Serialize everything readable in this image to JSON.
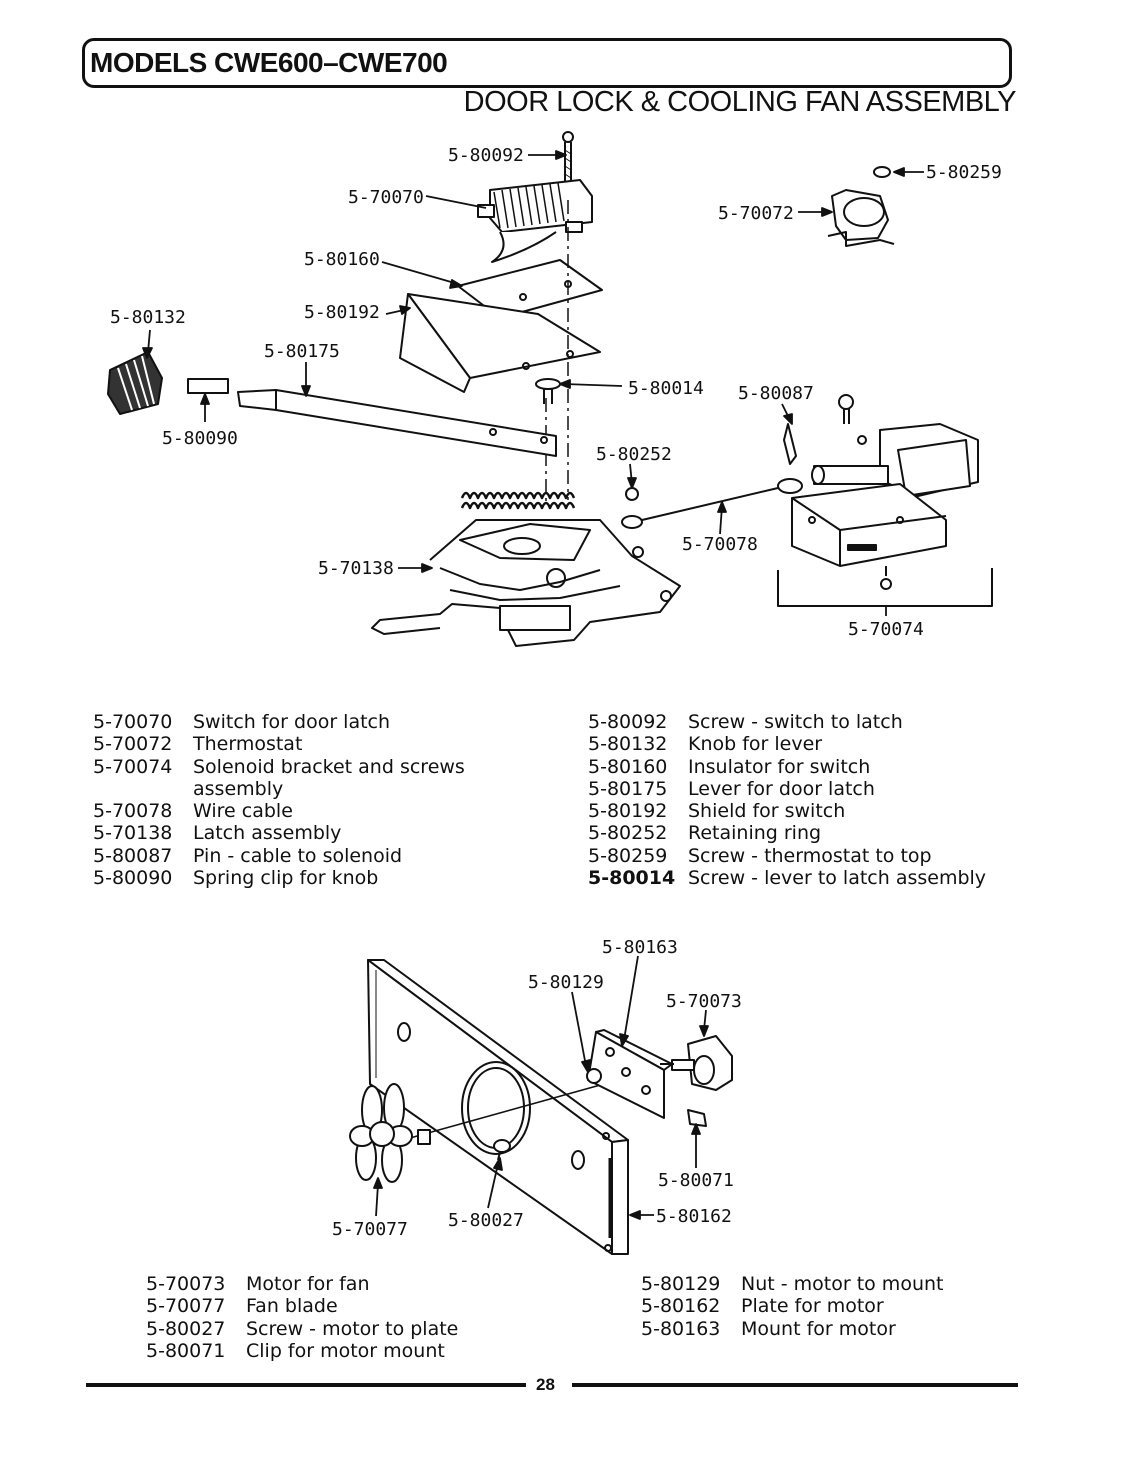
{
  "header": {
    "model_title": "MODELS CWE600–CWE700",
    "section_title": "DOOR LOCK & COOLING FAN ASSEMBLY"
  },
  "diagram_top": {
    "callouts": [
      "5-80092",
      "5-70070",
      "5-80160",
      "5-80192",
      "5-80132",
      "5-80175",
      "5-80090",
      "5-80014",
      "5-80087",
      "5-80252",
      "5-70078",
      "5-70138",
      "5-70074",
      "5-80259",
      "5-70072"
    ]
  },
  "diagram_bottom": {
    "callouts": [
      "5-80163",
      "5-80129",
      "5-70073",
      "5-80071",
      "5-80162",
      "5-70077",
      "5-80027"
    ]
  },
  "legend_top": {
    "left": [
      {
        "number": "5-70070",
        "description": "Switch for door latch"
      },
      {
        "number": "5-70072",
        "description": "Thermostat"
      },
      {
        "number": "5-70074",
        "description": "Solenoid bracket and screws"
      },
      {
        "number": "",
        "description": "assembly"
      },
      {
        "number": "5-70078",
        "description": "Wire cable"
      },
      {
        "number": "5-70138",
        "description": "Latch assembly"
      },
      {
        "number": "5-80087",
        "description": "Pin - cable to solenoid"
      },
      {
        "number": "5-80090",
        "description": "Spring clip for knob"
      }
    ],
    "right": [
      {
        "number": "5-80092",
        "description": "Screw - switch to latch"
      },
      {
        "number": "5-80132",
        "description": "Knob for lever"
      },
      {
        "number": "5-80160",
        "description": "Insulator for switch"
      },
      {
        "number": "5-80175",
        "description": "Lever for door latch"
      },
      {
        "number": "5-80192",
        "description": "Shield for switch"
      },
      {
        "number": "5-80252",
        "description": "Retaining ring"
      },
      {
        "number": "5-80259",
        "description": "Screw - thermostat to top"
      },
      {
        "number": "5-80014",
        "description": "Screw - lever to latch assembly"
      }
    ]
  },
  "legend_bottom": {
    "left": [
      {
        "number": "5-70073",
        "description": "Motor for fan"
      },
      {
        "number": "5-70077",
        "description": "Fan blade"
      },
      {
        "number": "5-80027",
        "description": "Screw - motor to plate"
      },
      {
        "number": "5-80071",
        "description": "Clip for motor mount"
      }
    ],
    "right": [
      {
        "number": "5-80129",
        "description": "Nut - motor to mount"
      },
      {
        "number": "5-80162",
        "description": "Plate for motor"
      },
      {
        "number": "5-80163",
        "description": "Mount for motor"
      }
    ]
  },
  "footer": {
    "page_number": "28"
  }
}
